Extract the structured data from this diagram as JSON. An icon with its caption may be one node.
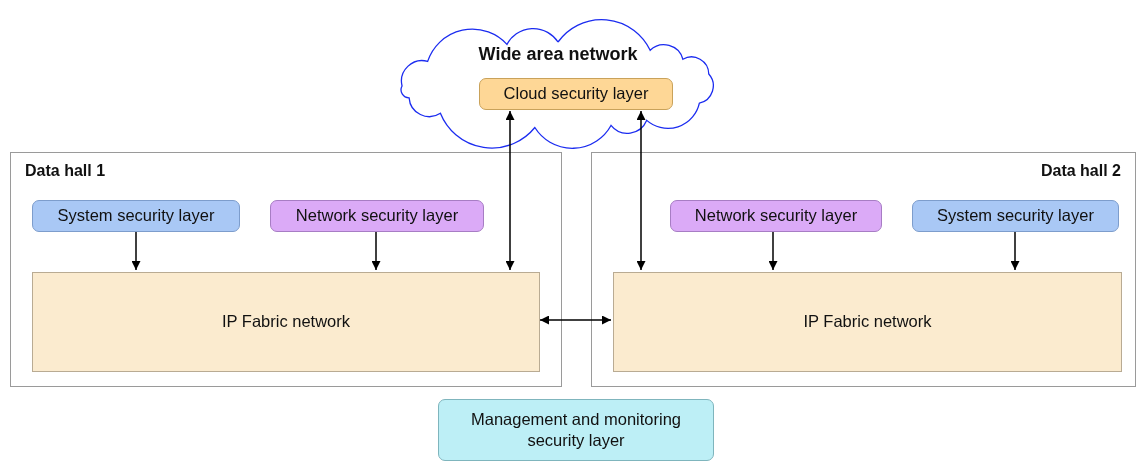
{
  "diagram": {
    "nodes": [
      {
        "text": [
          "Wide area network"
        ]
      },
      {
        "text": [
          "Cloud security layer"
        ],
        "in": 0
      },
      {
        "text": [
          "Data hall 1"
        ]
      },
      {
        "text": [
          "System security layer"
        ],
        "in": 2
      },
      {
        "text": [
          "Network security layer"
        ],
        "in": 2
      },
      {
        "text": [
          "IP Fabric network"
        ],
        "in": 2
      },
      {
        "text": [
          "Data hall 2"
        ]
      },
      {
        "text": [
          "Network security layer"
        ],
        "in": 6
      },
      {
        "text": [
          "System security layer"
        ],
        "in": 6
      },
      {
        "text": [
          "IP Fabric network"
        ],
        "in": 6
      },
      {
        "text": [
          "Management and monitoring security layer"
        ]
      }
    ],
    "edges": [
      {
        "from": 3,
        "to": 5,
        "arrow": "to"
      },
      {
        "from": 4,
        "to": 5,
        "arrow": "to"
      },
      {
        "from": 1,
        "to": 5,
        "arrow": "both"
      },
      {
        "from": 1,
        "to": 9,
        "arrow": "both"
      },
      {
        "from": 7,
        "to": 9,
        "arrow": "to"
      },
      {
        "from": 8,
        "to": 9,
        "arrow": "to"
      },
      {
        "from": 5,
        "to": 9,
        "arrow": "both"
      }
    ]
  }
}
